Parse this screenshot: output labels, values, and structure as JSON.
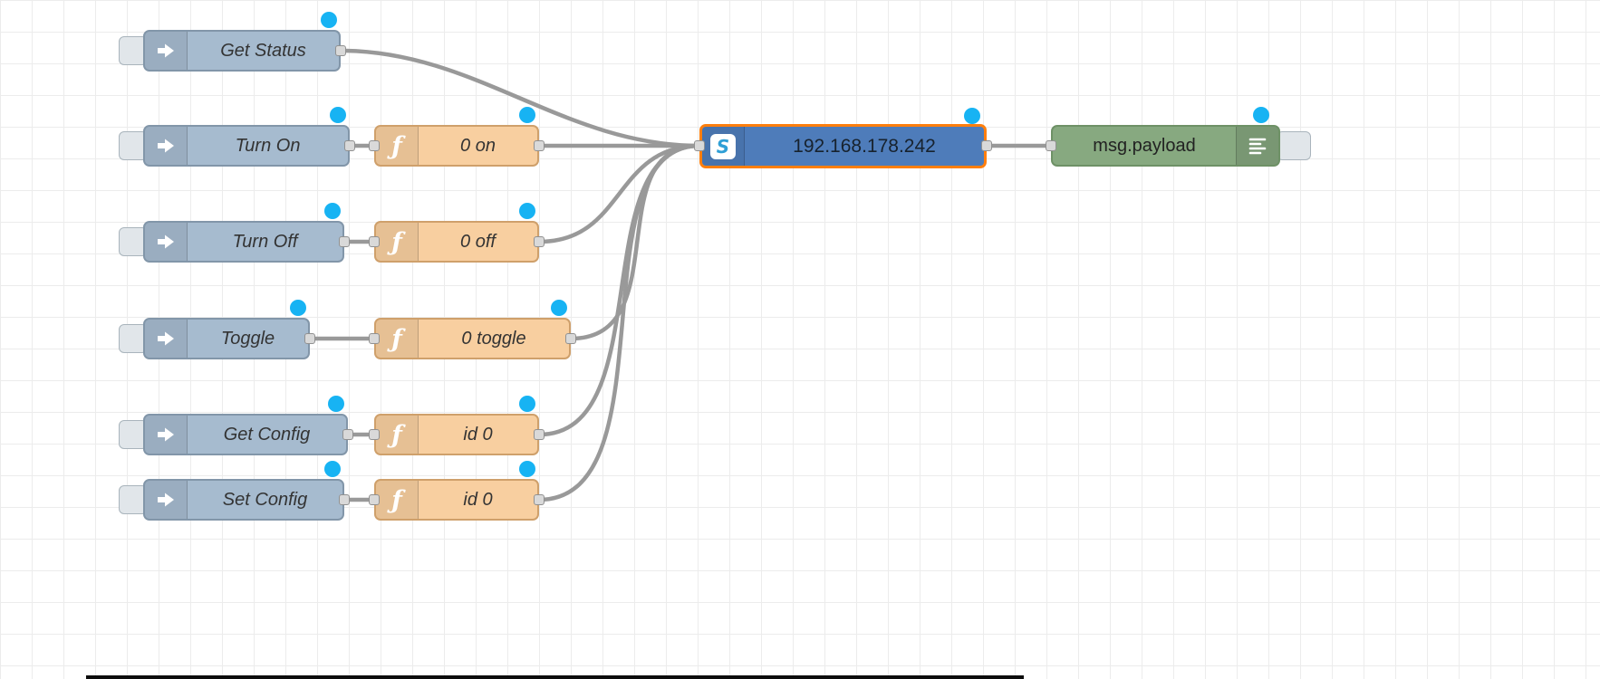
{
  "app": "flow-editor-canvas",
  "colors": {
    "inject_fill": "#a6bbcf",
    "function_fill": "#f8cfa0",
    "debug_fill": "#87a980",
    "shelly_fill": "#4e7cba",
    "selected_border": "#ff7f0e",
    "changed_dot": "#17b3f3",
    "wire": "#999999",
    "grid_line": "#ececec"
  },
  "glyphs": {
    "function": "ƒ",
    "shelly": "S"
  },
  "nodes": [
    {
      "type": "inject",
      "label": "Get Status",
      "changed": true,
      "selected": false
    },
    {
      "type": "inject",
      "label": "Turn On",
      "changed": true,
      "selected": false
    },
    {
      "type": "function",
      "label": "0 on",
      "changed": true,
      "selected": false
    },
    {
      "type": "inject",
      "label": "Turn Off",
      "changed": true,
      "selected": false
    },
    {
      "type": "function",
      "label": "0 off",
      "changed": true,
      "selected": false
    },
    {
      "type": "inject",
      "label": "Toggle",
      "changed": true,
      "selected": false
    },
    {
      "type": "function",
      "label": "0 toggle",
      "changed": true,
      "selected": false
    },
    {
      "type": "inject",
      "label": "Get Config",
      "changed": true,
      "selected": false
    },
    {
      "type": "function",
      "label": "id 0",
      "changed": true,
      "selected": false
    },
    {
      "type": "inject",
      "label": "Set Config",
      "changed": true,
      "selected": false
    },
    {
      "type": "function",
      "label": "id 0",
      "changed": true,
      "selected": false
    },
    {
      "type": "shelly",
      "label": "192.168.178.242",
      "changed": true,
      "selected": true
    },
    {
      "type": "debug",
      "label": "msg.payload",
      "changed": true,
      "selected": false
    }
  ]
}
